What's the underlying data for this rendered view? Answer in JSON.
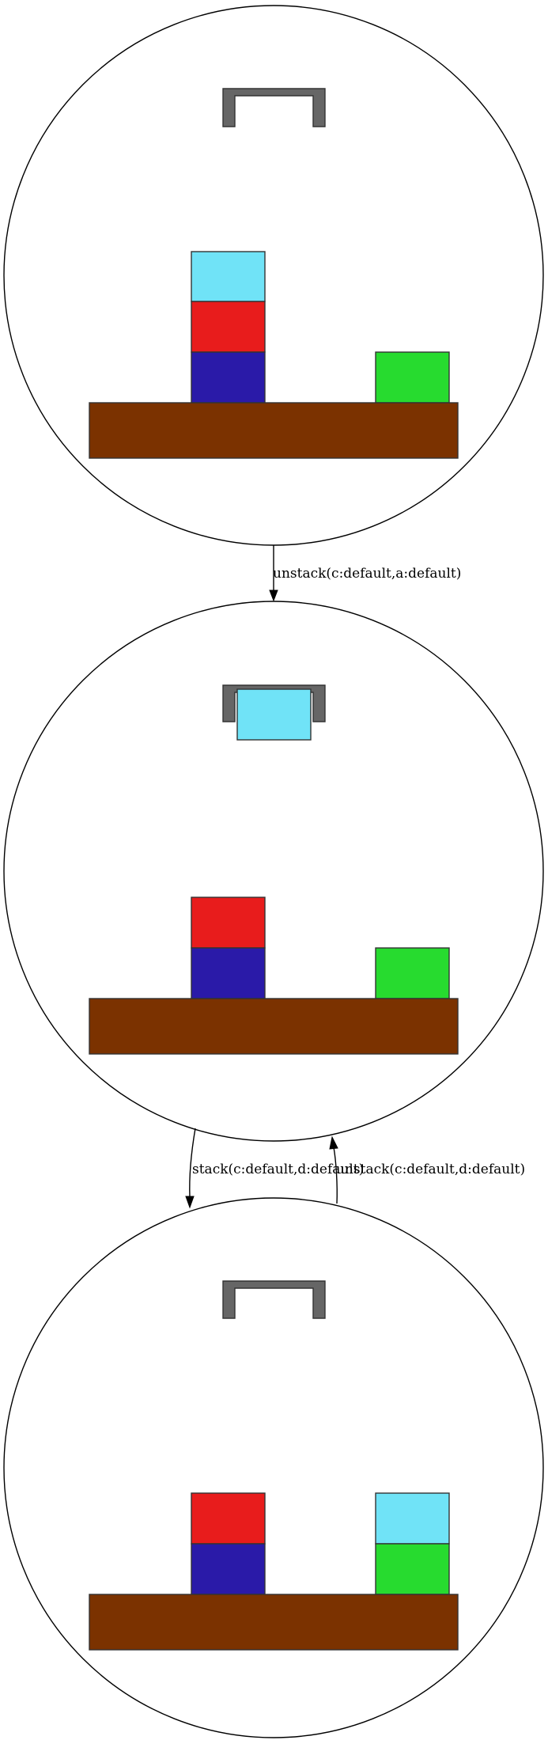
{
  "colors": {
    "table": "#7b3200",
    "gripper": "#666666",
    "block_a": "#2a1aa8",
    "block_b": "#e81c1c",
    "block_c": "#70e3f7",
    "block_d": "#27db2f"
  },
  "states": [
    {
      "id": "state-1",
      "gripper": "empty",
      "stacks": {
        "left": [
          "a",
          "b",
          "c"
        ],
        "right": [
          "d"
        ]
      }
    },
    {
      "id": "state-2",
      "gripper": "c",
      "stacks": {
        "left": [
          "a",
          "b"
        ],
        "right": [
          "d"
        ]
      }
    },
    {
      "id": "state-3",
      "gripper": "empty",
      "stacks": {
        "left": [
          "a",
          "b"
        ],
        "right": [
          "d",
          "c"
        ]
      }
    }
  ],
  "edges": [
    {
      "from": "state-1",
      "to": "state-2",
      "label": "unstack(c:default,a:default)"
    },
    {
      "from": "state-2",
      "to": "state-3",
      "label": "stack(c:default,d:default)"
    },
    {
      "from": "state-3",
      "to": "state-2",
      "label": "unstack(c:default,d:default)"
    }
  ]
}
